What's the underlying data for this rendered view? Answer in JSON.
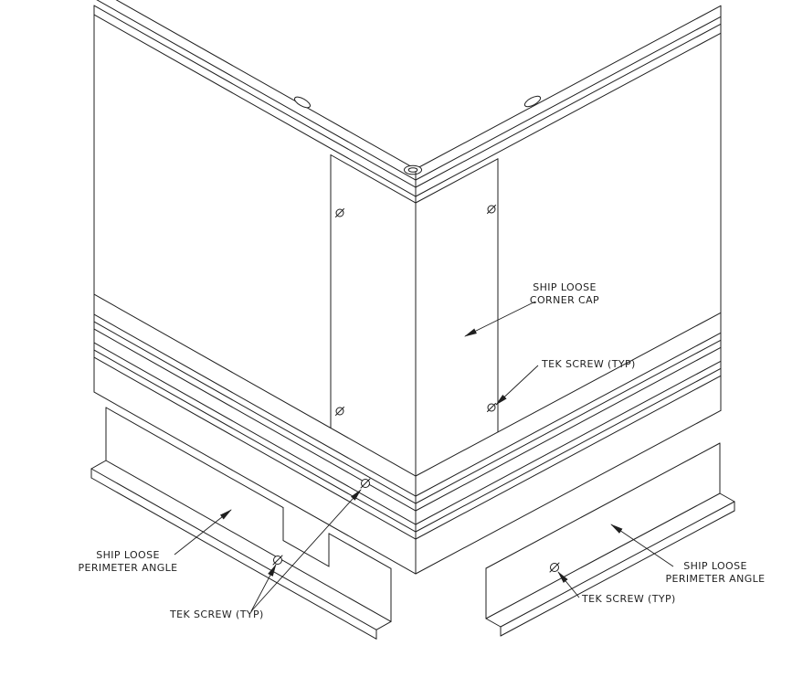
{
  "colors": {
    "background": "#ffffff",
    "line": "#1f1f1f",
    "text": "#1f1f1f"
  },
  "callouts": [
    {
      "id": "corner-cap",
      "lines": [
        "SHIP LOOSE",
        "CORNER CAP"
      ]
    },
    {
      "id": "tek-screw-upper-right",
      "lines": [
        "TEK SCREW (TYP)"
      ]
    },
    {
      "id": "perimeter-angle-left",
      "lines": [
        "SHIP LOOSE",
        "PERIMETER ANGLE"
      ]
    },
    {
      "id": "tek-screw-lower-left",
      "lines": [
        "TEK SCREW (TYP)"
      ]
    },
    {
      "id": "tek-screw-lower-right",
      "lines": [
        "TEK SCREW (TYP)"
      ]
    },
    {
      "id": "perimeter-angle-right",
      "lines": [
        "SHIP LOOSE",
        "PERIMETER ANGLE"
      ]
    }
  ]
}
